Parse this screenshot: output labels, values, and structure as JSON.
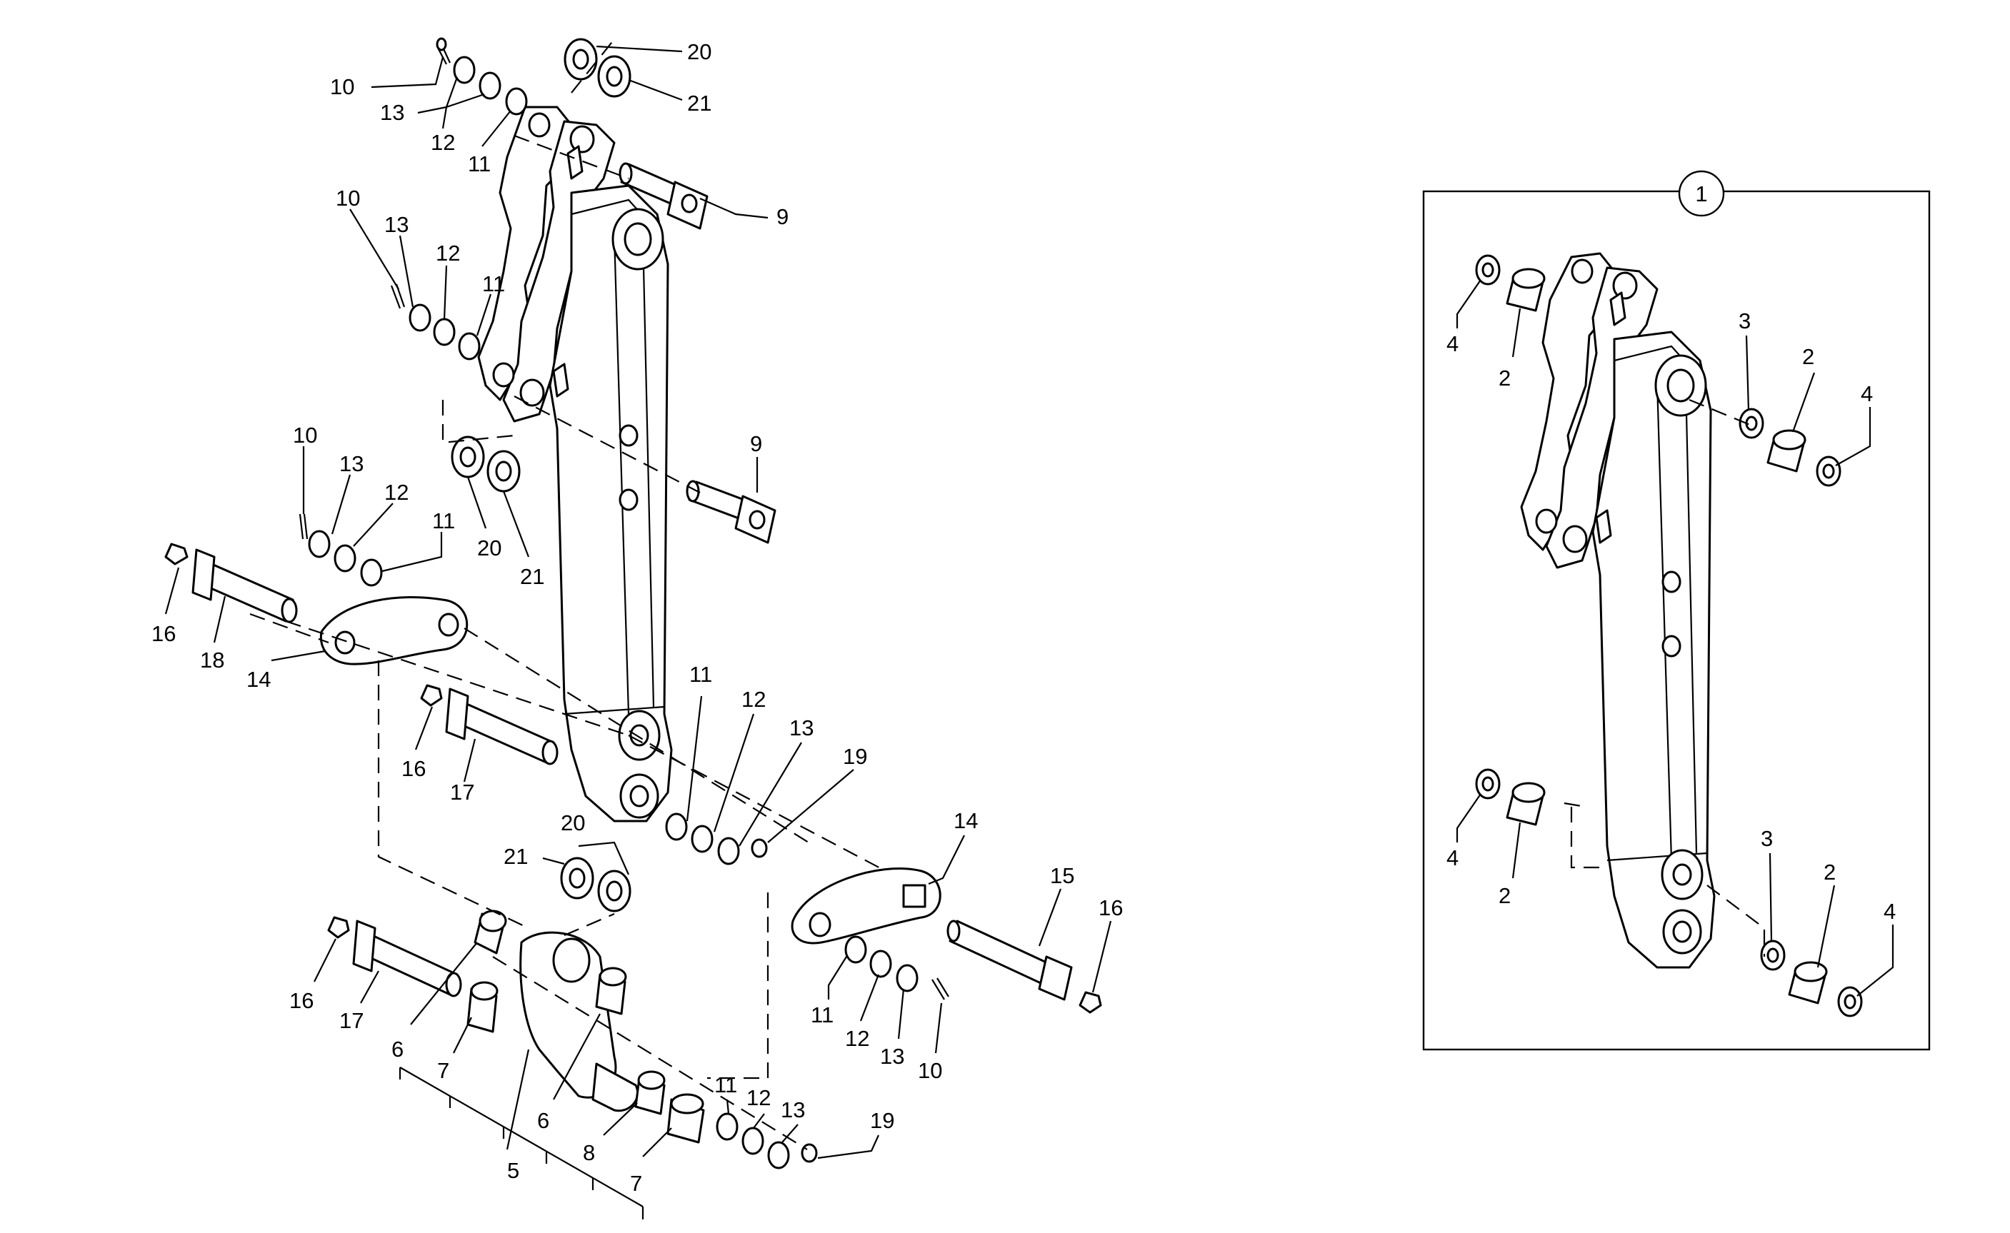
{
  "callouts": [
    "1",
    "2",
    "3",
    "4",
    "5",
    "6",
    "7",
    "8",
    "9",
    "10",
    "11",
    "12",
    "13",
    "14",
    "15",
    "16",
    "17",
    "18",
    "19",
    "20",
    "21"
  ],
  "inset": {
    "badge": "1"
  }
}
